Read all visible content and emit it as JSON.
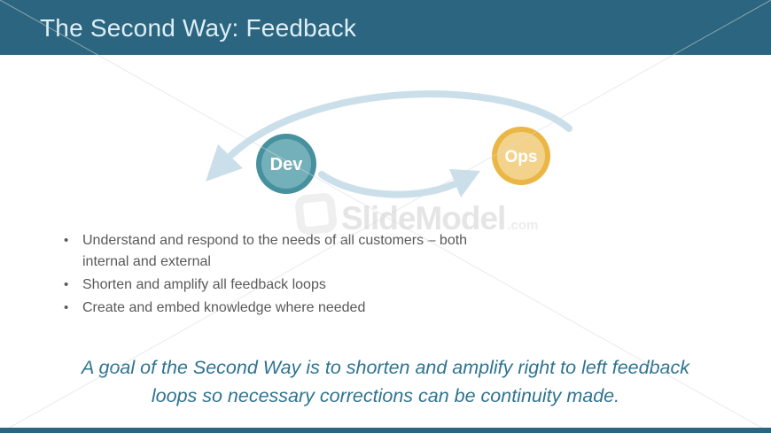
{
  "slide": {
    "title": "The Second Way: Feedback"
  },
  "colors": {
    "header_teal": "#2B657F",
    "title_text": "#DEEEF5",
    "arc_blue": "#CBDFEA",
    "dev_ring": "#47919E",
    "dev_fill": "#73B0BA",
    "ops_ring": "#EAB746",
    "ops_fill": "#F3D38C",
    "bullet_gray": "#595959",
    "statement_teal": "#2F7390",
    "watermark_gray": "#E5E5E5"
  },
  "diagram": {
    "nodes": [
      {
        "id": "dev",
        "label": "Dev"
      },
      {
        "id": "ops",
        "label": "Ops"
      }
    ],
    "arrows": [
      {
        "name": "feedback-return-arc",
        "from": "Ops",
        "to": "Dev"
      },
      {
        "name": "forward-arc",
        "from": "Dev",
        "to": "Ops"
      }
    ]
  },
  "watermark": {
    "brand": "SlideModel",
    "suffix": ".com",
    "logo": "rounded-square-o-icon"
  },
  "bullets": {
    "marker": "•",
    "items": [
      {
        "text": "Understand and respond to the needs of all customers – both internal and external"
      },
      {
        "text": "Shorten and amplify all feedback loops"
      },
      {
        "text": "Create and embed knowledge where needed"
      }
    ]
  },
  "statement": {
    "lines": [
      "A goal of the Second Way is to shorten and amplify right to left feedback",
      "loops so necessary corrections can be continuity made."
    ]
  }
}
